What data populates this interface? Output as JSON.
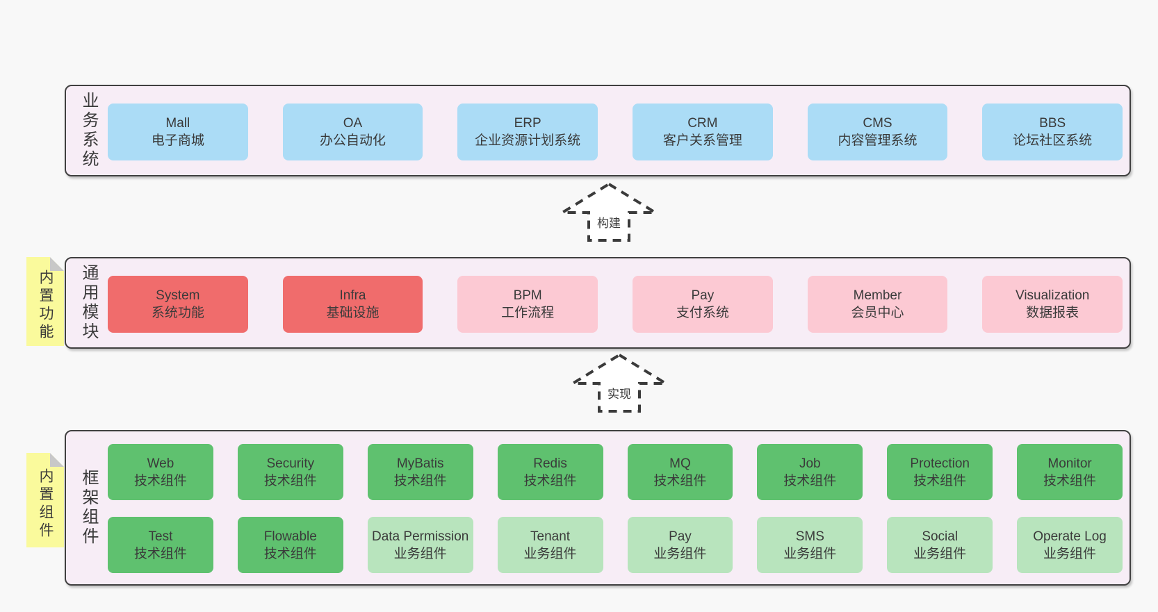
{
  "colors": {
    "page_bg": "#f8f8f8",
    "container_bg": "#f7edf6",
    "container_border": "#404040",
    "text": "#3a3a3a",
    "blue": "#abdcf6",
    "red": "#f06c6c",
    "pink": "#fcc9d3",
    "green": "#5fc16f",
    "light_green": "#b8e4bd",
    "yellow_tab": "#fafa9c",
    "fold_gray": "#c8c8c8",
    "arrow_fill": "#ffffff"
  },
  "layers": {
    "business": {
      "side_label": "业务系统",
      "boxes": [
        {
          "title": "Mall",
          "subtitle": "电子商城",
          "variant": "blue"
        },
        {
          "title": "OA",
          "subtitle": "办公自动化",
          "variant": "blue"
        },
        {
          "title": "ERP",
          "subtitle": "企业资源计划系统",
          "variant": "blue"
        },
        {
          "title": "CRM",
          "subtitle": "客户关系管理",
          "variant": "blue"
        },
        {
          "title": "CMS",
          "subtitle": "内容管理系统",
          "variant": "blue"
        },
        {
          "title": "BBS",
          "subtitle": "论坛社区系统",
          "variant": "blue"
        }
      ]
    },
    "modules": {
      "side_label": "通用模块",
      "sticky_tab": "内置功能",
      "boxes": [
        {
          "title": "System",
          "subtitle": "系统功能",
          "variant": "red"
        },
        {
          "title": "Infra",
          "subtitle": "基础设施",
          "variant": "red"
        },
        {
          "title": "BPM",
          "subtitle": "工作流程",
          "variant": "pink"
        },
        {
          "title": "Pay",
          "subtitle": "支付系统",
          "variant": "pink"
        },
        {
          "title": "Member",
          "subtitle": "会员中心",
          "variant": "pink"
        },
        {
          "title": "Visualization",
          "subtitle": "数据报表",
          "variant": "pink"
        }
      ]
    },
    "components": {
      "side_label": "框架组件",
      "sticky_tab": "内置组件",
      "rows": [
        [
          {
            "title": "Web",
            "subtitle": "技术组件",
            "variant": "green"
          },
          {
            "title": "Security",
            "subtitle": "技术组件",
            "variant": "green"
          },
          {
            "title": "MyBatis",
            "subtitle": "技术组件",
            "variant": "green"
          },
          {
            "title": "Redis",
            "subtitle": "技术组件",
            "variant": "green"
          },
          {
            "title": "MQ",
            "subtitle": "技术组件",
            "variant": "green"
          },
          {
            "title": "Job",
            "subtitle": "技术组件",
            "variant": "green"
          },
          {
            "title": "Protection",
            "subtitle": "技术组件",
            "variant": "green"
          },
          {
            "title": "Monitor",
            "subtitle": "技术组件",
            "variant": "green"
          }
        ],
        [
          {
            "title": "Test",
            "subtitle": "技术组件",
            "variant": "green"
          },
          {
            "title": "Flowable",
            "subtitle": "技术组件",
            "variant": "green"
          },
          {
            "title": "Data Permission",
            "subtitle": "业务组件",
            "variant": "light_green"
          },
          {
            "title": "Tenant",
            "subtitle": "业务组件",
            "variant": "light_green"
          },
          {
            "title": "Pay",
            "subtitle": "业务组件",
            "variant": "light_green"
          },
          {
            "title": "SMS",
            "subtitle": "业务组件",
            "variant": "light_green"
          },
          {
            "title": "Social",
            "subtitle": "业务组件",
            "variant": "light_green"
          },
          {
            "title": "Operate Log",
            "subtitle": "业务组件",
            "variant": "light_green"
          }
        ]
      ]
    }
  },
  "arrows": [
    {
      "label": "构建"
    },
    {
      "label": "实现"
    }
  ]
}
